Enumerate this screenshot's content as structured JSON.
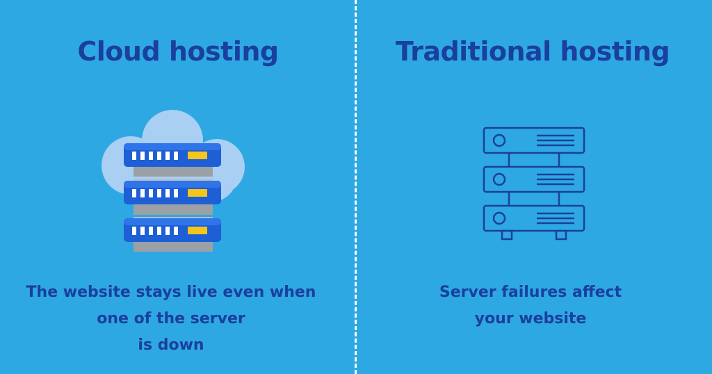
{
  "left": {
    "title": "Cloud hosting",
    "caption_lines": [
      "The website stays live even when",
      "one of the server",
      "is down"
    ],
    "icon": "cloud-server-icon"
  },
  "right": {
    "title": "Traditional hosting",
    "caption_lines": [
      "Server failures affect",
      "your website"
    ],
    "icon": "server-rack-icon"
  },
  "colors": {
    "background": "#2ea8e3",
    "text": "#1a3f9e",
    "divider": "#ffffff",
    "cloud": "#a9cff2",
    "server_blue": "#1e5fd6",
    "server_gray": "#9aa0a6",
    "indicator_yellow": "#f5c518",
    "outline": "#1a3f9e"
  }
}
